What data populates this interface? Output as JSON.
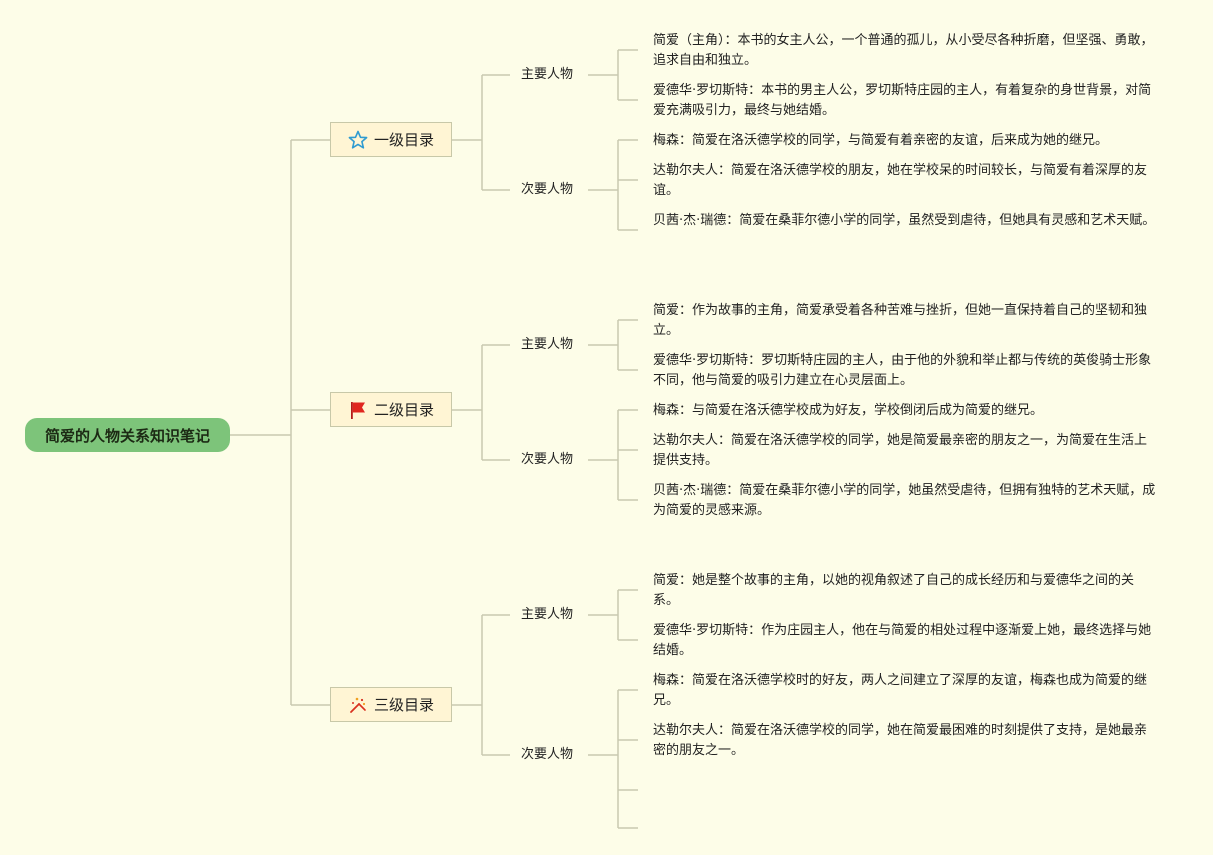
{
  "root": {
    "label": "简爱的人物关系知识笔记"
  },
  "levels": [
    {
      "label": "一级目录",
      "icon": "star-icon",
      "categories": [
        {
          "label": "主要人物",
          "items": [
            "简爱（主角）：本书的女主人公，一个普通的孤儿，从小受尽各种折磨，但坚强、勇敢，追求自由和独立。",
            "爱德华·罗切斯特：本书的男主人公，罗切斯特庄园的主人，有着复杂的身世背景，对简爱充满吸引力，最终与她结婚。"
          ]
        },
        {
          "label": "次要人物",
          "items": [
            "梅森：简爱在洛沃德学校的同学，与简爱有着亲密的友谊，后来成为她的继兄。",
            "达勒尔夫人：简爱在洛沃德学校的朋友，她在学校呆的时间较长，与简爱有着深厚的友谊。",
            "贝茜·杰·瑞德：简爱在桑菲尔德小学的同学，虽然受到虐待，但她具有灵感和艺术天赋。"
          ]
        }
      ]
    },
    {
      "label": "二级目录",
      "icon": "red-flag-icon",
      "categories": [
        {
          "label": "主要人物",
          "items": [
            "简爱：作为故事的主角，简爱承受着各种苦难与挫折，但她一直保持着自己的坚韧和独立。",
            "爱德华·罗切斯特：罗切斯特庄园的主人，由于他的外貌和举止都与传统的英俊骑士形象不同，他与简爱的吸引力建立在心灵层面上。"
          ]
        },
        {
          "label": "次要人物",
          "items": [
            "梅森：与简爱在洛沃德学校成为好友，学校倒闭后成为简爱的继兄。",
            "达勒尔夫人：简爱在洛沃德学校的同学，她是简爱最亲密的朋友之一，为简爱在生活上提供支持。",
            "贝茜·杰·瑞德：简爱在桑菲尔德小学的同学，她虽然受虐待，但拥有独特的艺术天赋，成为简爱的灵感来源。"
          ]
        }
      ]
    },
    {
      "label": "三级目录",
      "icon": "fireworks-icon",
      "categories": [
        {
          "label": "主要人物",
          "items": [
            "简爱：她是整个故事的主角，以她的视角叙述了自己的成长经历和与爱德华之间的关系。",
            "爱德华·罗切斯特：作为庄园主人，他在与简爱的相处过程中逐渐爱上她，最终选择与她结婚。"
          ]
        },
        {
          "label": "次要人物",
          "items": [
            "梅森：简爱在洛沃德学校时的好友，两人之间建立了深厚的友谊，梅森也成为简爱的继兄。",
            "达勒尔夫人：简爱在洛沃德学校的同学，她在简爱最困难的时刻提供了支持，是她最亲密的朋友之一。",
            "",
            ""
          ]
        }
      ]
    }
  ],
  "colors": {
    "line": "#c9c9b0",
    "root_bg": "#7dc47a",
    "level_bg": "#fff5d4"
  }
}
